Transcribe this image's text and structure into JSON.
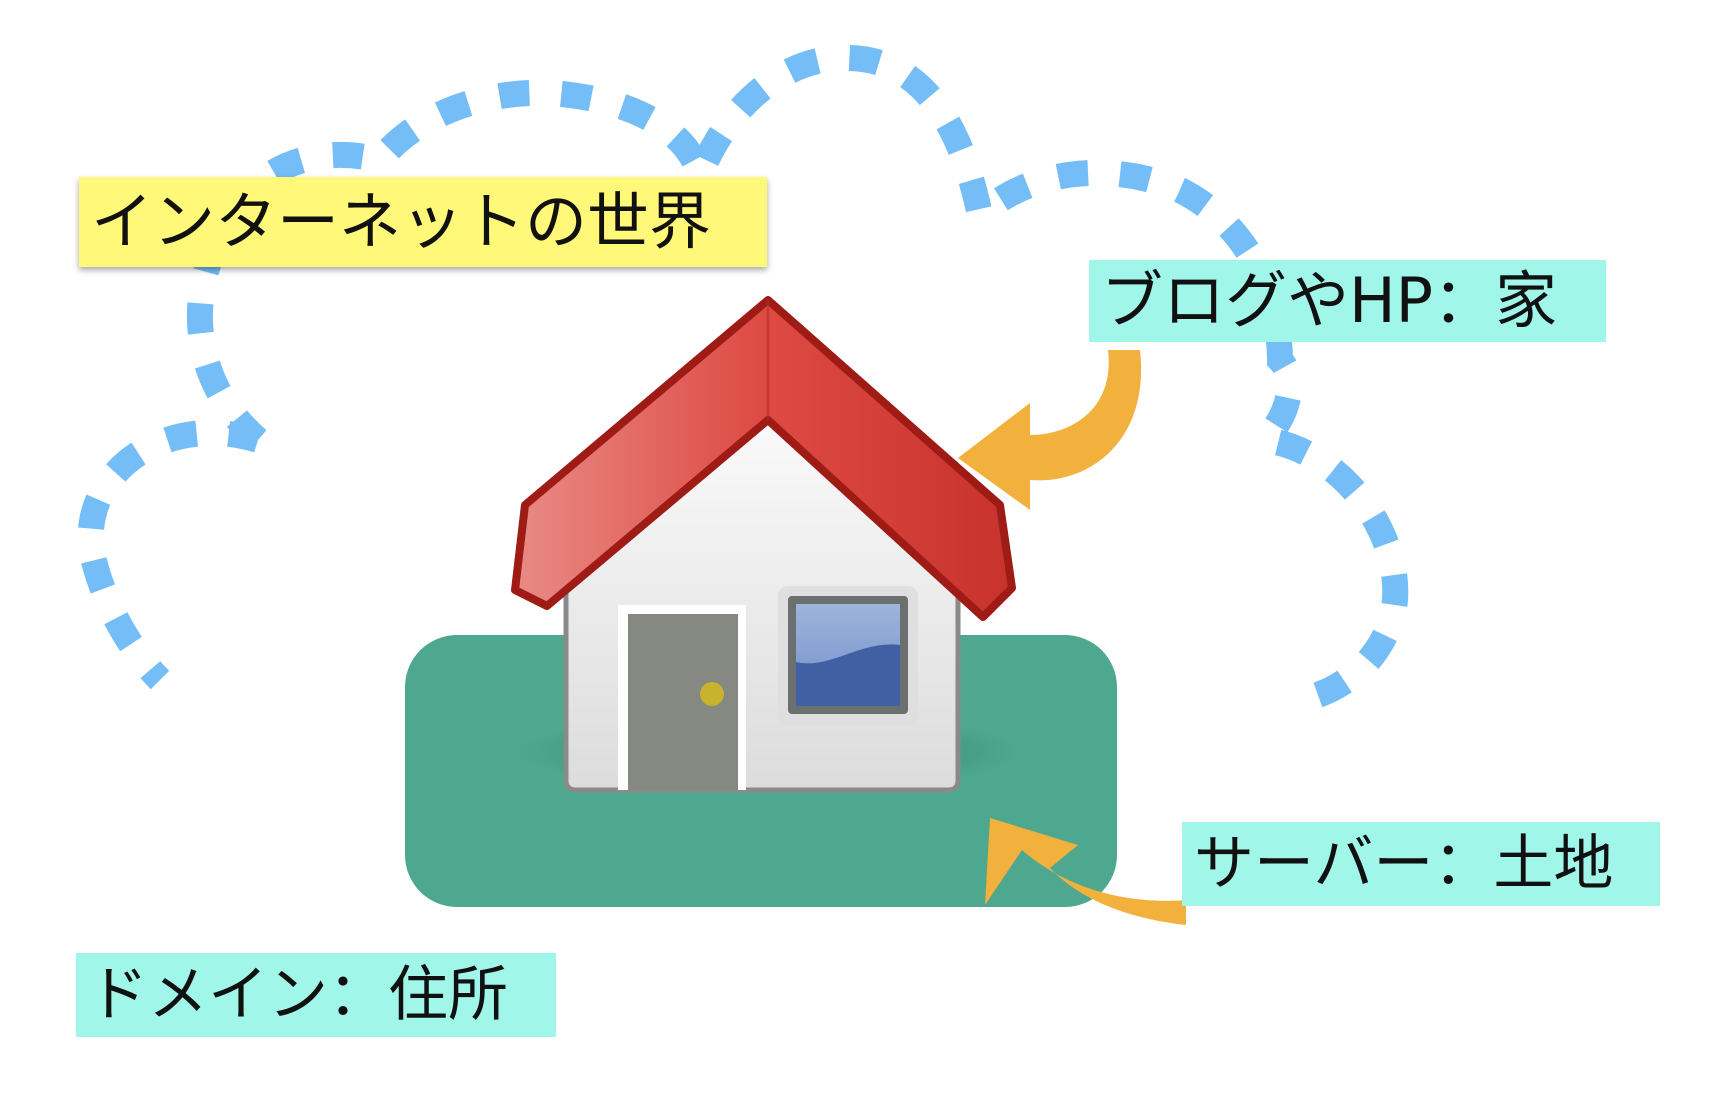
{
  "labels": {
    "internet": "インターネットの世界",
    "blog": "ブログやHP：家",
    "server": "サーバー：土地",
    "domain": "ドメイン：住所"
  },
  "colors": {
    "internet_label_bg": "#fff879",
    "label_bg": "#a0f7e9",
    "cloud_dash": "#74bdf6",
    "arrow": "#f2b13c",
    "land": "#4da88f",
    "roof": "#d63c35",
    "roof_edge": "#9e1b16",
    "wall": "#e8e8e8",
    "door": "#868882",
    "window_glass": "#4160a3",
    "doorknob": "#c8b32e"
  },
  "icons": {
    "house": "house-icon",
    "cloud": "dashed-cloud-outline",
    "arrow_to_house": "curved-arrow-icon",
    "arrow_to_land": "curved-arrow-icon"
  }
}
